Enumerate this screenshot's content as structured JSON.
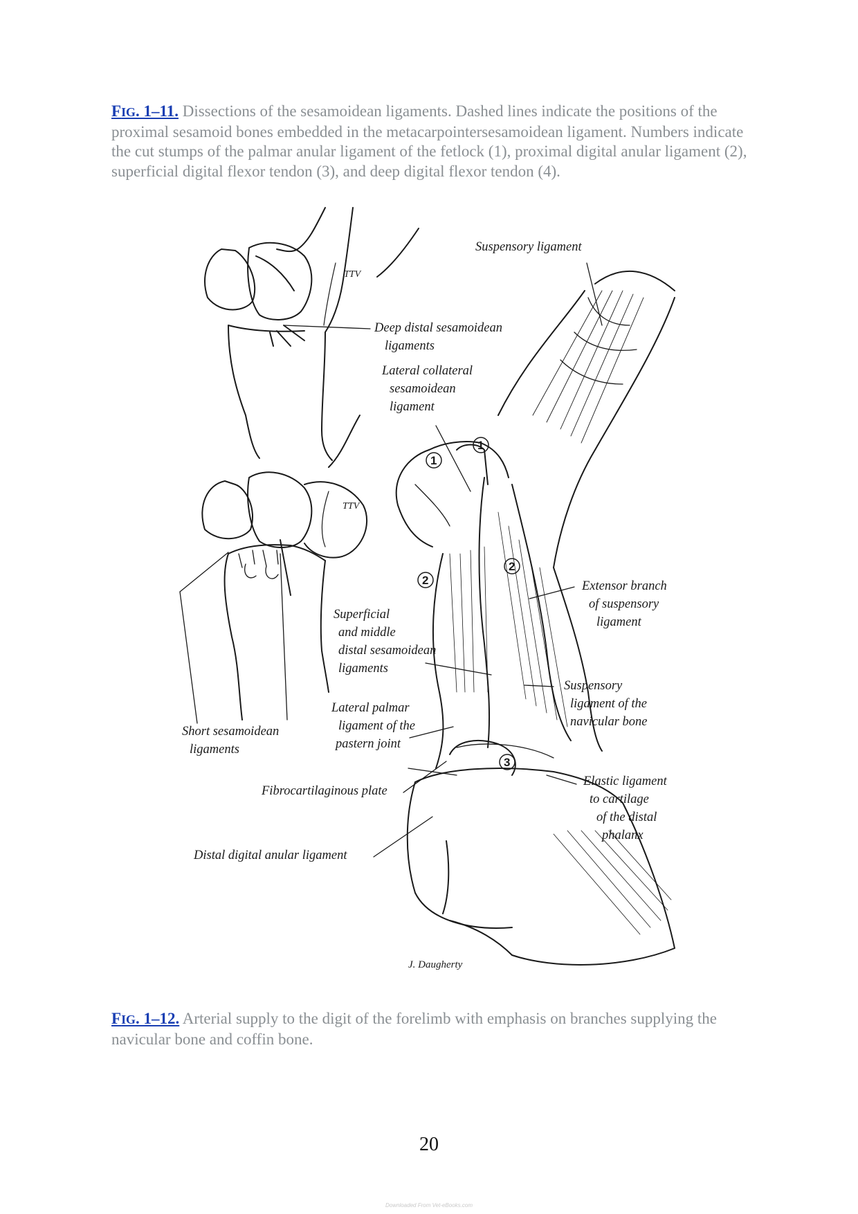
{
  "captions": [
    {
      "ref": "FIG. 1–11.",
      "ref_small_caps": "IG",
      "text": " Dissections of the sesamoidean ligaments. Dashed lines indicate the positions of the proximal sesamoid bones embedded in the metacarpointersesamoidean ligament. Numbers indicate the cut stumps of the palmar anular ligament of the fetlock (1), proximal digital anular ligament (2), superficial digital flexor tendon (3), and deep digital flexor tendon (4)."
    },
    {
      "ref": "FIG. 1–12.",
      "ref_small_caps": "IG",
      "text": " Arterial supply to the digit of the forelimb with emphasis on branches supplying the navicular bone and coffin bone."
    }
  ],
  "figure_labels": {
    "suspensory_ligament": "Suspensory ligament",
    "deep_distal_1": "Deep distal sesamoidean",
    "deep_distal_2": "ligaments",
    "lateral_collateral_1": "Lateral collateral",
    "lateral_collateral_2": "sesamoidean",
    "lateral_collateral_3": "ligament",
    "extensor_branch_1": "Extensor branch",
    "extensor_branch_2": "of suspensory",
    "extensor_branch_3": "ligament",
    "superficial_1": "Superficial",
    "superficial_2": "and middle",
    "superficial_3": "distal sesamoidean",
    "superficial_4": "ligaments",
    "susp_navicular_1": "Suspensory",
    "susp_navicular_2": "ligament of the",
    "susp_navicular_3": "navicular bone",
    "lateral_palmar_1": "Lateral palmar",
    "lateral_palmar_2": "ligament of the",
    "lateral_palmar_3": "pastern joint",
    "short_sesamoidean_1": "Short sesamoidean",
    "short_sesamoidean_2": "ligaments",
    "fibrocartilaginous": "Fibrocartilaginous plate",
    "elastic_1": "Elastic ligament",
    "elastic_2": "to cartilage",
    "elastic_3": "of the distal",
    "elastic_4": "phalanx",
    "distal_digital": "Distal digital anular ligament",
    "num_1a": "1",
    "num_1b": "1",
    "num_2a": "2",
    "num_2b": "2",
    "num_3": "3",
    "artist_mark_1": "TTV",
    "artist_mark_2": "TTV",
    "signature": "J. Daugherty"
  },
  "page_number": "20",
  "watermark": "Downloaded From Vet-eBooks.com"
}
